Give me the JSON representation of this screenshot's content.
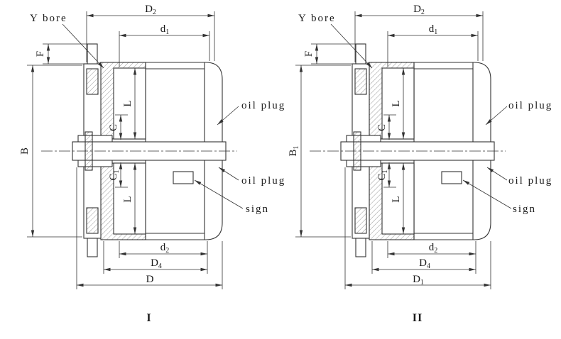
{
  "colors": {
    "line": "#333333",
    "background": "#ffffff"
  },
  "figures": [
    {
      "caption": "I",
      "callouts": {
        "y_bore": "Y bore",
        "oil_plug_top": "oil plug",
        "oil_plug_bottom": "oil plug",
        "sign": "sign"
      },
      "dims": {
        "D2": {
          "main": "D",
          "sub": "2"
        },
        "d1": {
          "main": "d",
          "sub": "1"
        },
        "F": {
          "main": "F",
          "sub": ""
        },
        "B": {
          "main": "B",
          "sub": ""
        },
        "L_top": {
          "main": "L",
          "sub": ""
        },
        "C": {
          "main": "C",
          "sub": ""
        },
        "C1": {
          "main": "C",
          "sub": "1"
        },
        "L_bottom": {
          "main": "L",
          "sub": ""
        },
        "d2": {
          "main": "d",
          "sub": "2"
        },
        "D4": {
          "main": "D",
          "sub": "4"
        },
        "D_outer": {
          "main": "D",
          "sub": ""
        }
      }
    },
    {
      "caption": "II",
      "callouts": {
        "y_bore": "Y bore",
        "oil_plug_top": "oil plug",
        "oil_plug_bottom": "oil plug",
        "sign": "sign"
      },
      "dims": {
        "D2": {
          "main": "D",
          "sub": "2"
        },
        "d1": {
          "main": "d",
          "sub": "1"
        },
        "F": {
          "main": "F",
          "sub": ""
        },
        "B": {
          "main": "B",
          "sub": "1"
        },
        "L_top": {
          "main": "L",
          "sub": ""
        },
        "C": {
          "main": "C",
          "sub": ""
        },
        "C1": {
          "main": "C",
          "sub": "1"
        },
        "L_bottom": {
          "main": "L",
          "sub": ""
        },
        "d2": {
          "main": "d",
          "sub": "2"
        },
        "D4": {
          "main": "D",
          "sub": "4"
        },
        "D_outer": {
          "main": "D",
          "sub": "1"
        }
      }
    }
  ]
}
